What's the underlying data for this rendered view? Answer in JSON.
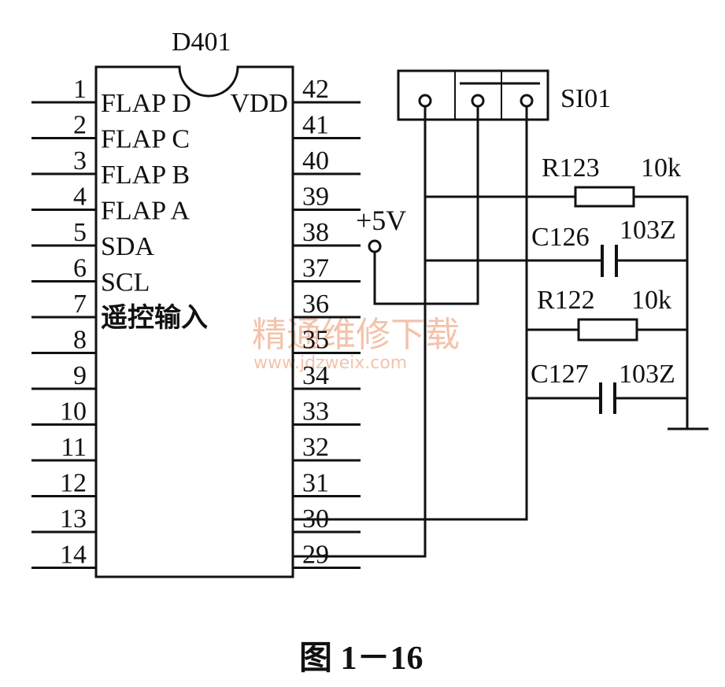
{
  "chip": {
    "ref": "D401",
    "left_pins": [
      {
        "num": "1",
        "name": "FLAP D"
      },
      {
        "num": "2",
        "name": "FLAP C"
      },
      {
        "num": "3",
        "name": "FLAP B"
      },
      {
        "num": "4",
        "name": "FLAP A"
      },
      {
        "num": "5",
        "name": "SDA"
      },
      {
        "num": "6",
        "name": "SCL"
      },
      {
        "num": "7",
        "name": "遥控输入"
      },
      {
        "num": "8",
        "name": ""
      },
      {
        "num": "9",
        "name": ""
      },
      {
        "num": "10",
        "name": ""
      },
      {
        "num": "11",
        "name": ""
      },
      {
        "num": "12",
        "name": ""
      },
      {
        "num": "13",
        "name": ""
      },
      {
        "num": "14",
        "name": ""
      }
    ],
    "right_pins": [
      {
        "num": "42",
        "name": "VDD"
      },
      {
        "num": "41",
        "name": ""
      },
      {
        "num": "40",
        "name": ""
      },
      {
        "num": "39",
        "name": ""
      },
      {
        "num": "38",
        "name": ""
      },
      {
        "num": "37",
        "name": ""
      },
      {
        "num": "36",
        "name": ""
      },
      {
        "num": "35",
        "name": ""
      },
      {
        "num": "34",
        "name": ""
      },
      {
        "num": "33",
        "name": ""
      },
      {
        "num": "32",
        "name": ""
      },
      {
        "num": "31",
        "name": ""
      },
      {
        "num": "30",
        "name": ""
      },
      {
        "num": "29",
        "name": ""
      }
    ]
  },
  "connector": {
    "ref": "SI01"
  },
  "supply": {
    "label": "+5V"
  },
  "components": [
    {
      "ref": "R123",
      "value": "10k"
    },
    {
      "ref": "C126",
      "value": "103Z"
    },
    {
      "ref": "R122",
      "value": "10k"
    },
    {
      "ref": "C127",
      "value": "103Z"
    }
  ],
  "caption": "图 1－16",
  "watermark": {
    "cn": "精通维修下载",
    "url": "www.jdzweix.com"
  }
}
